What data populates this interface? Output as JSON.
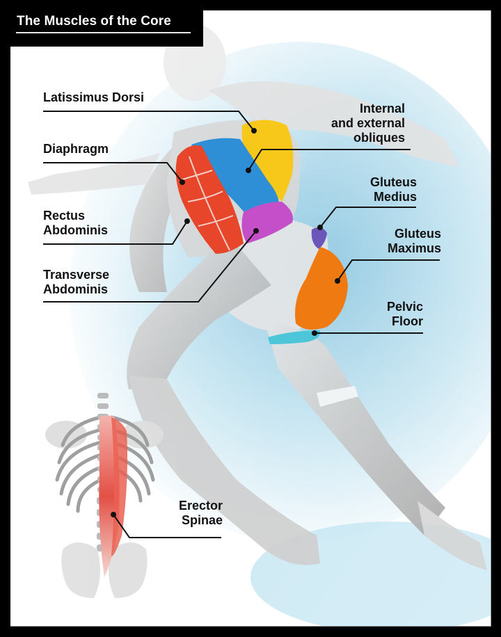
{
  "title": "The Muscles of the Core",
  "colors": {
    "frame": "#000000",
    "background_blue": "#9fd0e6",
    "latissimus_dorsi": "#f7c81a",
    "obliques": "#2e8fd6",
    "rectus_abdominis": "#e8462a",
    "transverse_abdominis": "#c54fc9",
    "gluteus_medius": "#6a56b8",
    "gluteus_maximus": "#f07a12",
    "pelvic_floor": "#4cc6d8",
    "erector_spinae": "#e2473c",
    "body_gray": "#cfcfcf",
    "leader_line": "#111111"
  },
  "labels": {
    "latissimus_dorsi": {
      "lines": [
        "Latissimus Dorsi"
      ]
    },
    "diaphragm": {
      "lines": [
        "Diaphragm"
      ]
    },
    "rectus_abdominis": {
      "lines": [
        "Rectus",
        "Abdominis"
      ]
    },
    "transverse_abdominis": {
      "lines": [
        "Transverse",
        "Abdominis"
      ]
    },
    "obliques": {
      "lines": [
        "Internal",
        "and external",
        "obliques"
      ]
    },
    "gluteus_medius": {
      "lines": [
        "Gluteus",
        "Medius"
      ]
    },
    "gluteus_maximus": {
      "lines": [
        "Gluteus",
        "Maximus"
      ]
    },
    "pelvic_floor": {
      "lines": [
        "Pelvic",
        "Floor"
      ]
    },
    "erector_spinae": {
      "lines": [
        "Erector",
        "Spinae"
      ]
    }
  }
}
